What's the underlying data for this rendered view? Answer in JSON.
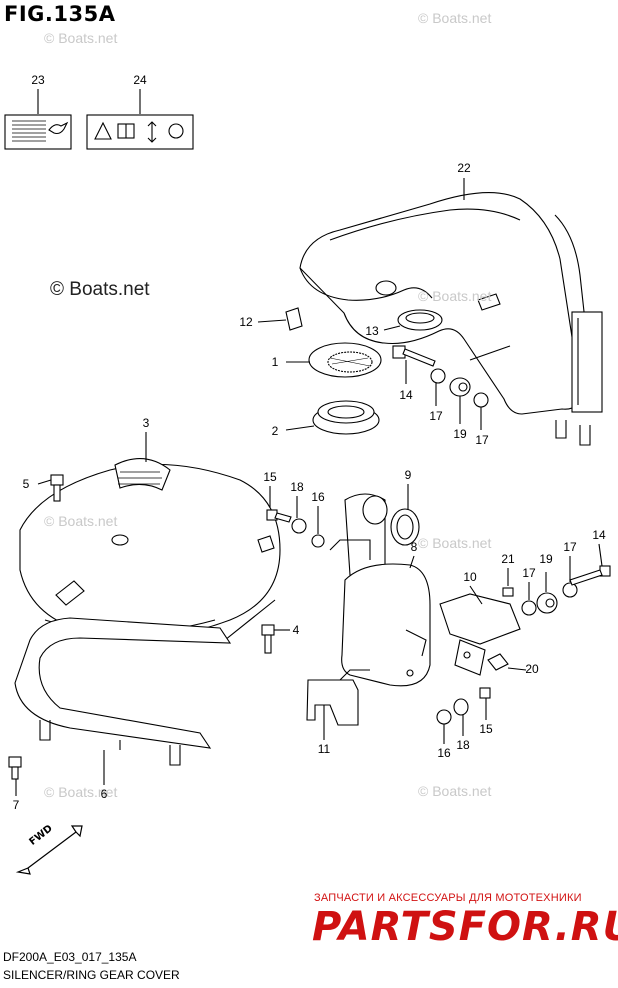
{
  "figure_title": "FIG.135A",
  "watermark_text": "© Boats.net",
  "watermark_main": "© Boats.net",
  "footer": {
    "code": "DF200A_E03_017_135A",
    "name": "SILENCER/RING GEAR COVER"
  },
  "promo": {
    "tagline": "ЗАПЧАСТИ И АКСЕССУАРЫ ДЛЯ МОТОТЕХНИКИ",
    "logo": "PARTSFOR.RU",
    "color": "#cf1111"
  },
  "fwd_label": "FWD",
  "callouts": {
    "c1": "1",
    "c2": "2",
    "c3": "3",
    "c4": "4",
    "c5": "5",
    "c6": "6",
    "c7": "7",
    "c8": "8",
    "c9": "9",
    "c10": "10",
    "c11": "11",
    "c12": "12",
    "c13": "13",
    "c14a": "14",
    "c14b": "14",
    "c15a": "15",
    "c15b": "15",
    "c16a": "16",
    "c16b": "16",
    "c17a": "17",
    "c17b": "17",
    "c17c": "17",
    "c17d": "17",
    "c18a": "18",
    "c18b": "18",
    "c19a": "19",
    "c19b": "19",
    "c20": "20",
    "c21": "21",
    "c22": "22",
    "c23": "23",
    "c24": "24"
  }
}
